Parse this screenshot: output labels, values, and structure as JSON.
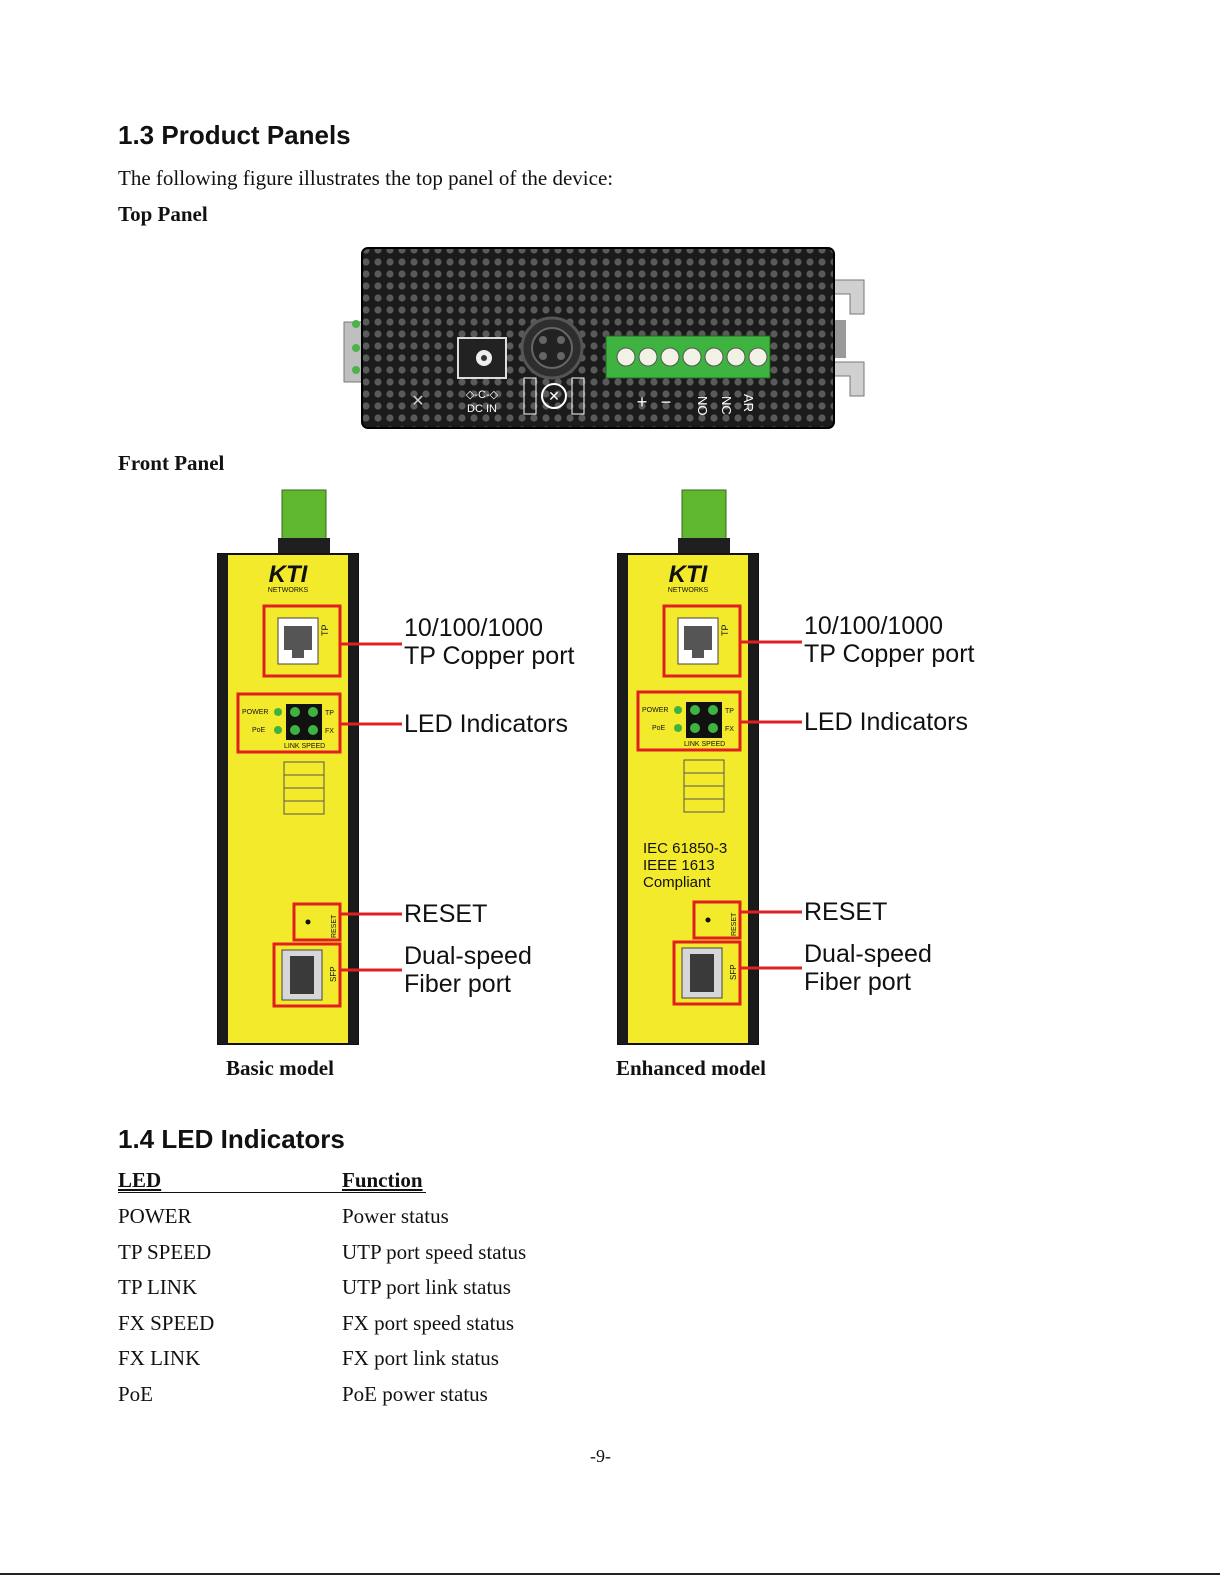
{
  "sections": {
    "panels": {
      "heading": "1.3 Product Panels",
      "intro": "The following figure illustrates the top panel of the device:",
      "top_panel_label": "Top Panel",
      "front_panel_label": "Front Panel",
      "top_panel_markings": {
        "dc_in": "DC  IN",
        "terminal_left": "+",
        "terminal_minus": "−",
        "terminal_no": "NO",
        "terminal_nc": "NC",
        "terminal_ar": "AR"
      },
      "basic_model": {
        "caption": "Basic model",
        "callouts": {
          "tp_port": [
            "10/100/1000",
            "TP Copper port"
          ],
          "led": "LED Indicators",
          "reset": "RESET",
          "fiber": [
            "Dual-speed",
            "Fiber port"
          ]
        }
      },
      "enhanced_model": {
        "caption": "Enhanced model",
        "compliance": [
          "IEC 61850-3",
          "IEEE 1613",
          "Compliant"
        ],
        "callouts": {
          "tp_port": [
            "10/100/1000",
            "TP Copper port"
          ],
          "led": "LED Indicators",
          "reset": "RESET",
          "fiber": [
            "Dual-speed",
            "Fiber port"
          ]
        }
      },
      "device_markings": {
        "brand": "KTI",
        "brand_sub": "NETWORKS",
        "tp": "TP",
        "power": "POWER",
        "poe": "PoE",
        "led_tp": "TP",
        "led_fx": "FX",
        "link_speed": "LINK SPEED",
        "reset": "RESET",
        "sfp": "SFP"
      }
    },
    "leds": {
      "heading": "1.4 LED Indicators",
      "columns": [
        "LED",
        "Function"
      ],
      "rows": [
        [
          "POWER",
          "Power status"
        ],
        [
          "TP SPEED",
          "UTP port speed status"
        ],
        [
          "TP LINK",
          "UTP port link status"
        ],
        [
          "FX SPEED",
          "FX  port speed status"
        ],
        [
          "FX LINK",
          "FX  port link status"
        ],
        [
          "PoE",
          "PoE power status"
        ]
      ]
    }
  },
  "page_number": "-9-",
  "colors": {
    "device_yellow": "#f2ea2a",
    "callout_red": "#e02020",
    "terminal_green": "#3fb33f",
    "panel_black": "#1b1b1b"
  }
}
